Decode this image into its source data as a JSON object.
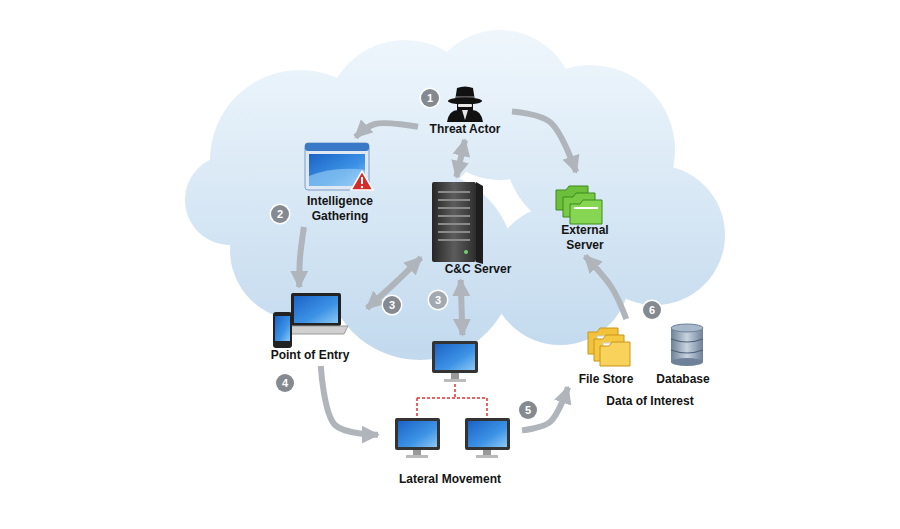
{
  "diagram": {
    "nodes": [
      {
        "text": [
          "Threat Actor"
        ]
      },
      {
        "text": [
          "Intelligence Gathering"
        ]
      },
      {
        "text": [
          "C&C Server"
        ]
      },
      {
        "text": [
          "External Server"
        ]
      },
      {
        "text": [
          "Point of Entry"
        ]
      },
      {
        "text": [
          "Data of Interest"
        ]
      },
      {
        "text": [
          "File Store"
        ],
        "in": 5
      },
      {
        "text": [
          "Database"
        ],
        "in": 5
      },
      {
        "text": [
          "Lateral Movement"
        ]
      }
    ],
    "edges": [
      {
        "from": 0,
        "to": 1,
        "arrow": "to"
      },
      {
        "from": 0,
        "to": 2,
        "arrow": "both"
      },
      {
        "from": 0,
        "to": 3,
        "arrow": "to"
      },
      {
        "from": 1,
        "to": 4,
        "arrow": "to"
      },
      {
        "from": 4,
        "to": 2,
        "arrow": "both"
      },
      {
        "from": 2,
        "to": 8,
        "arrow": "both"
      },
      {
        "from": 4,
        "to": 8,
        "arrow": "to"
      },
      {
        "from": 8,
        "to": 5,
        "arrow": "to"
      },
      {
        "from": 5,
        "to": 3,
        "arrow": "to"
      }
    ],
    "labels": [
      "1",
      "2",
      "3",
      "3",
      "4",
      "5",
      "6"
    ]
  }
}
